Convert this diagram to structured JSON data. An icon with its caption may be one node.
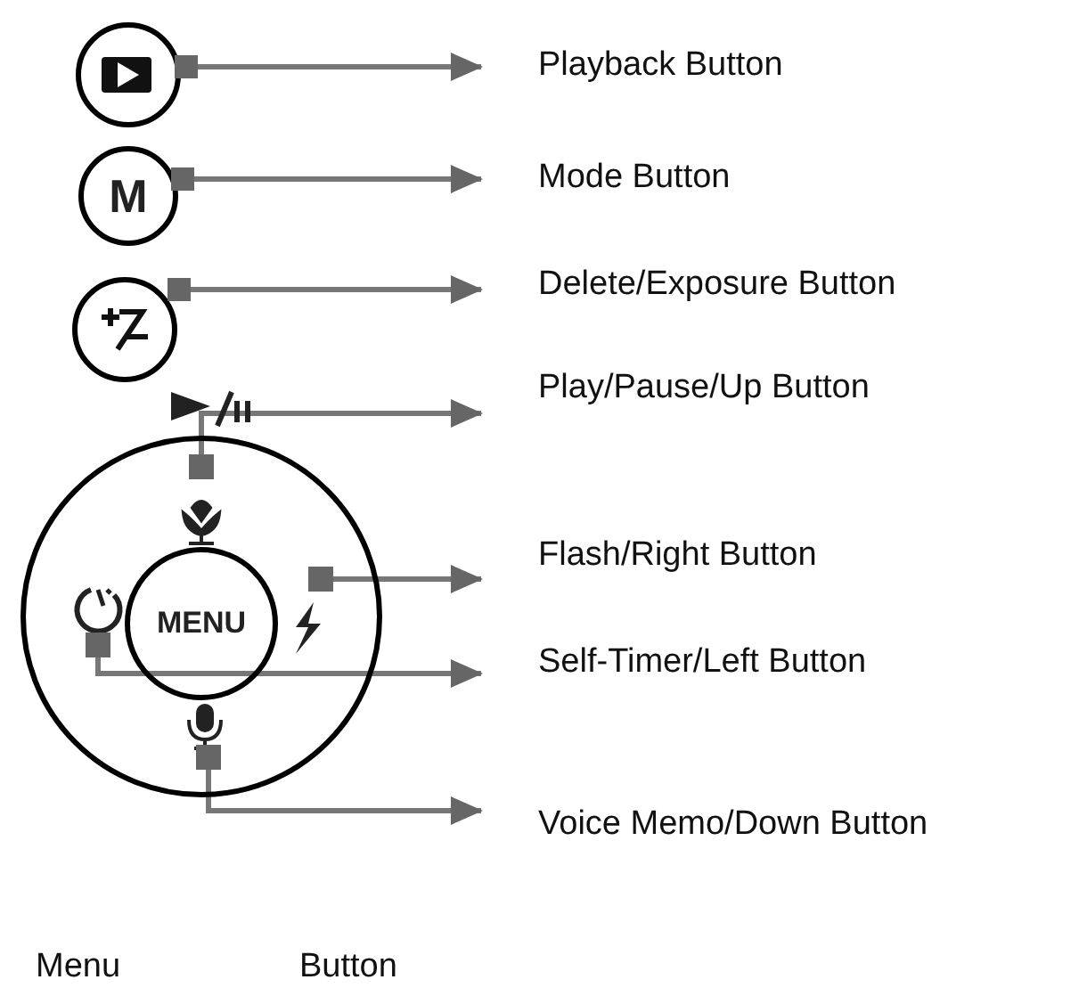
{
  "diagram": {
    "nodes": [
      {
        "text": [],
        "shape": "box"
      },
      {
        "text": [
          "Playback Button"
        ]
      },
      {
        "text": [
          "M"
        ]
      },
      {
        "text": [],
        "shape": "box"
      },
      {
        "text": [
          "Mode Button"
        ]
      },
      {
        "text": [],
        "shape": "box"
      },
      {
        "text": [
          "Delete/Exposure Button"
        ]
      },
      {
        "text": [],
        "shape": "box"
      },
      {
        "text": [
          "Play/Pause/Up Button"
        ]
      },
      {
        "text": [
          "MENU"
        ]
      },
      {
        "text": [],
        "shape": "box"
      },
      {
        "text": [
          "Flash/Right Button"
        ]
      },
      {
        "text": [],
        "shape": "box"
      },
      {
        "text": [
          "Self-Timer/Left Button"
        ]
      },
      {
        "text": [],
        "shape": "box"
      },
      {
        "text": [
          "Voice Memo/Down Button"
        ]
      }
    ],
    "edges": [
      {
        "from": 0,
        "to": 1,
        "arrow": "to"
      },
      {
        "from": 3,
        "to": 4,
        "arrow": "to"
      },
      {
        "from": 5,
        "to": 6,
        "arrow": "to"
      },
      {
        "from": 7,
        "to": 8,
        "arrow": "to"
      },
      {
        "from": 10,
        "to": 11,
        "arrow": "to"
      },
      {
        "from": 12,
        "to": 13,
        "arrow": "to"
      },
      {
        "from": 14,
        "to": 15,
        "arrow": "to"
      }
    ],
    "labels": [
      "Menu",
      "Button"
    ]
  }
}
